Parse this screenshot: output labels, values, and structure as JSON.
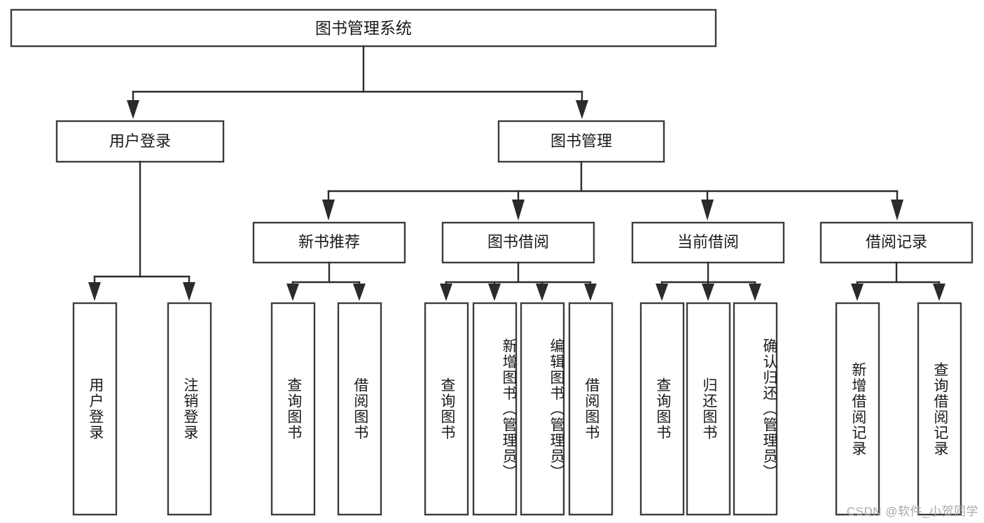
{
  "diagram": {
    "type": "tree-hierarchy",
    "title": "图书管理系统",
    "watermark": "CSDN @软件_小贺同学",
    "colors": {
      "box_stroke": "#3c3c3c",
      "connector": "#2b2b2b",
      "text": "#1a1a1a",
      "background": "#ffffff",
      "watermark": "#a8a8a8"
    },
    "levels": {
      "root": {
        "label": "图书管理系统"
      },
      "level2": [
        {
          "label": "用户登录"
        },
        {
          "label": "图书管理"
        }
      ],
      "level3": [
        {
          "label": "新书推荐"
        },
        {
          "label": "图书借阅"
        },
        {
          "label": "当前借阅"
        },
        {
          "label": "借阅记录"
        }
      ]
    },
    "nodes": {
      "root": "图书管理系统",
      "user_login": "用户登录",
      "book_manage": "图书管理",
      "new_book_rec": "新书推荐",
      "book_borrow": "图书借阅",
      "current_borrow": "当前借阅",
      "borrow_record": "借阅记录"
    },
    "leaves": {
      "user_login": [
        "用户登录",
        "注销登录"
      ],
      "new_book_rec": [
        "查询图书",
        "借阅图书"
      ],
      "book_borrow": [
        "查询图书",
        "新增图书（管理员）",
        "编辑图书（管理员）",
        "借阅图书"
      ],
      "current_borrow": [
        "查询图书",
        "归还图书",
        "确认归还（管理员）"
      ],
      "borrow_record": [
        "新增借阅记录",
        "查询借阅记录"
      ]
    }
  }
}
